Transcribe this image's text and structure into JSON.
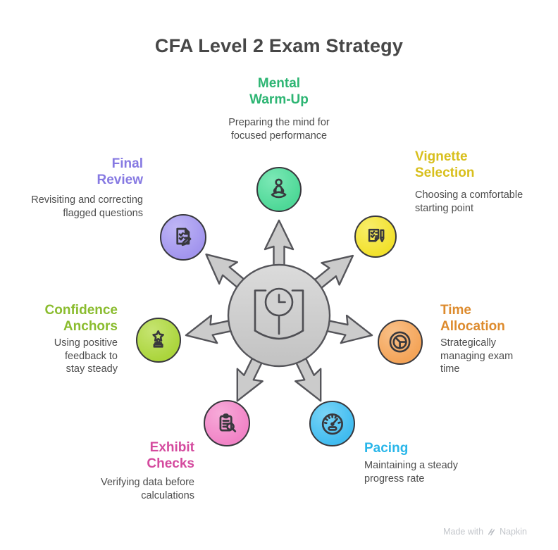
{
  "title": "CFA Level 2 Exam Strategy",
  "center": {
    "icon": "open-book-clock-icon",
    "hub_fill": "#cdcdcd",
    "outline": "#55555a"
  },
  "nodes": [
    {
      "id": "mental-warm-up",
      "label": "Mental\nWarm-Up",
      "description": "Preparing the mind for\nfocused performance",
      "accent": "#2db573",
      "circle_fill": "#4ed897",
      "circle_fill_light": "#7ce8b6",
      "icon": "meditation-icon"
    },
    {
      "id": "vignette-selection",
      "label": "Vignette\nSelection",
      "description": "Choosing a comfortable\nstarting point",
      "accent": "#d8bf1c",
      "circle_fill": "#f2e12c",
      "circle_fill_light": "#f8ee6a",
      "icon": "checklist-pen-icon"
    },
    {
      "id": "time-allocation",
      "label": "Time\nAllocation",
      "description": "Strategically\nmanaging exam\ntime",
      "accent": "#dd8b2e",
      "circle_fill": "#f4a458",
      "circle_fill_light": "#f9c088",
      "icon": "pie-chart-icon"
    },
    {
      "id": "pacing",
      "label": "Pacing",
      "description": "Maintaining a steady\nprogress rate",
      "accent": "#29b6e9",
      "circle_fill": "#41bcf0",
      "circle_fill_light": "#79d4f7",
      "icon": "speedometer-icon"
    },
    {
      "id": "exhibit-checks",
      "label": "Exhibit\nChecks",
      "description": "Verifying data before\ncalculations",
      "accent": "#d44a9e",
      "circle_fill": "#f183c6",
      "circle_fill_light": "#f7abd9",
      "icon": "clipboard-magnifier-icon"
    },
    {
      "id": "confidence-anchors",
      "label": "Confidence\nAnchors",
      "description": "Using positive\nfeedback to\nstay steady",
      "accent": "#8abc2e",
      "circle_fill": "#abd53c",
      "circle_fill_light": "#c6e472",
      "icon": "trophy-star-icon"
    },
    {
      "id": "final-review",
      "label": "Final\nReview",
      "description": "Revisiting and correcting\nflagged questions",
      "accent": "#8679e2",
      "circle_fill": "#a295ee",
      "circle_fill_light": "#bfb6f5",
      "icon": "document-pencil-icon"
    }
  ],
  "watermark": {
    "text": "Made with",
    "brand": "Napkin"
  }
}
